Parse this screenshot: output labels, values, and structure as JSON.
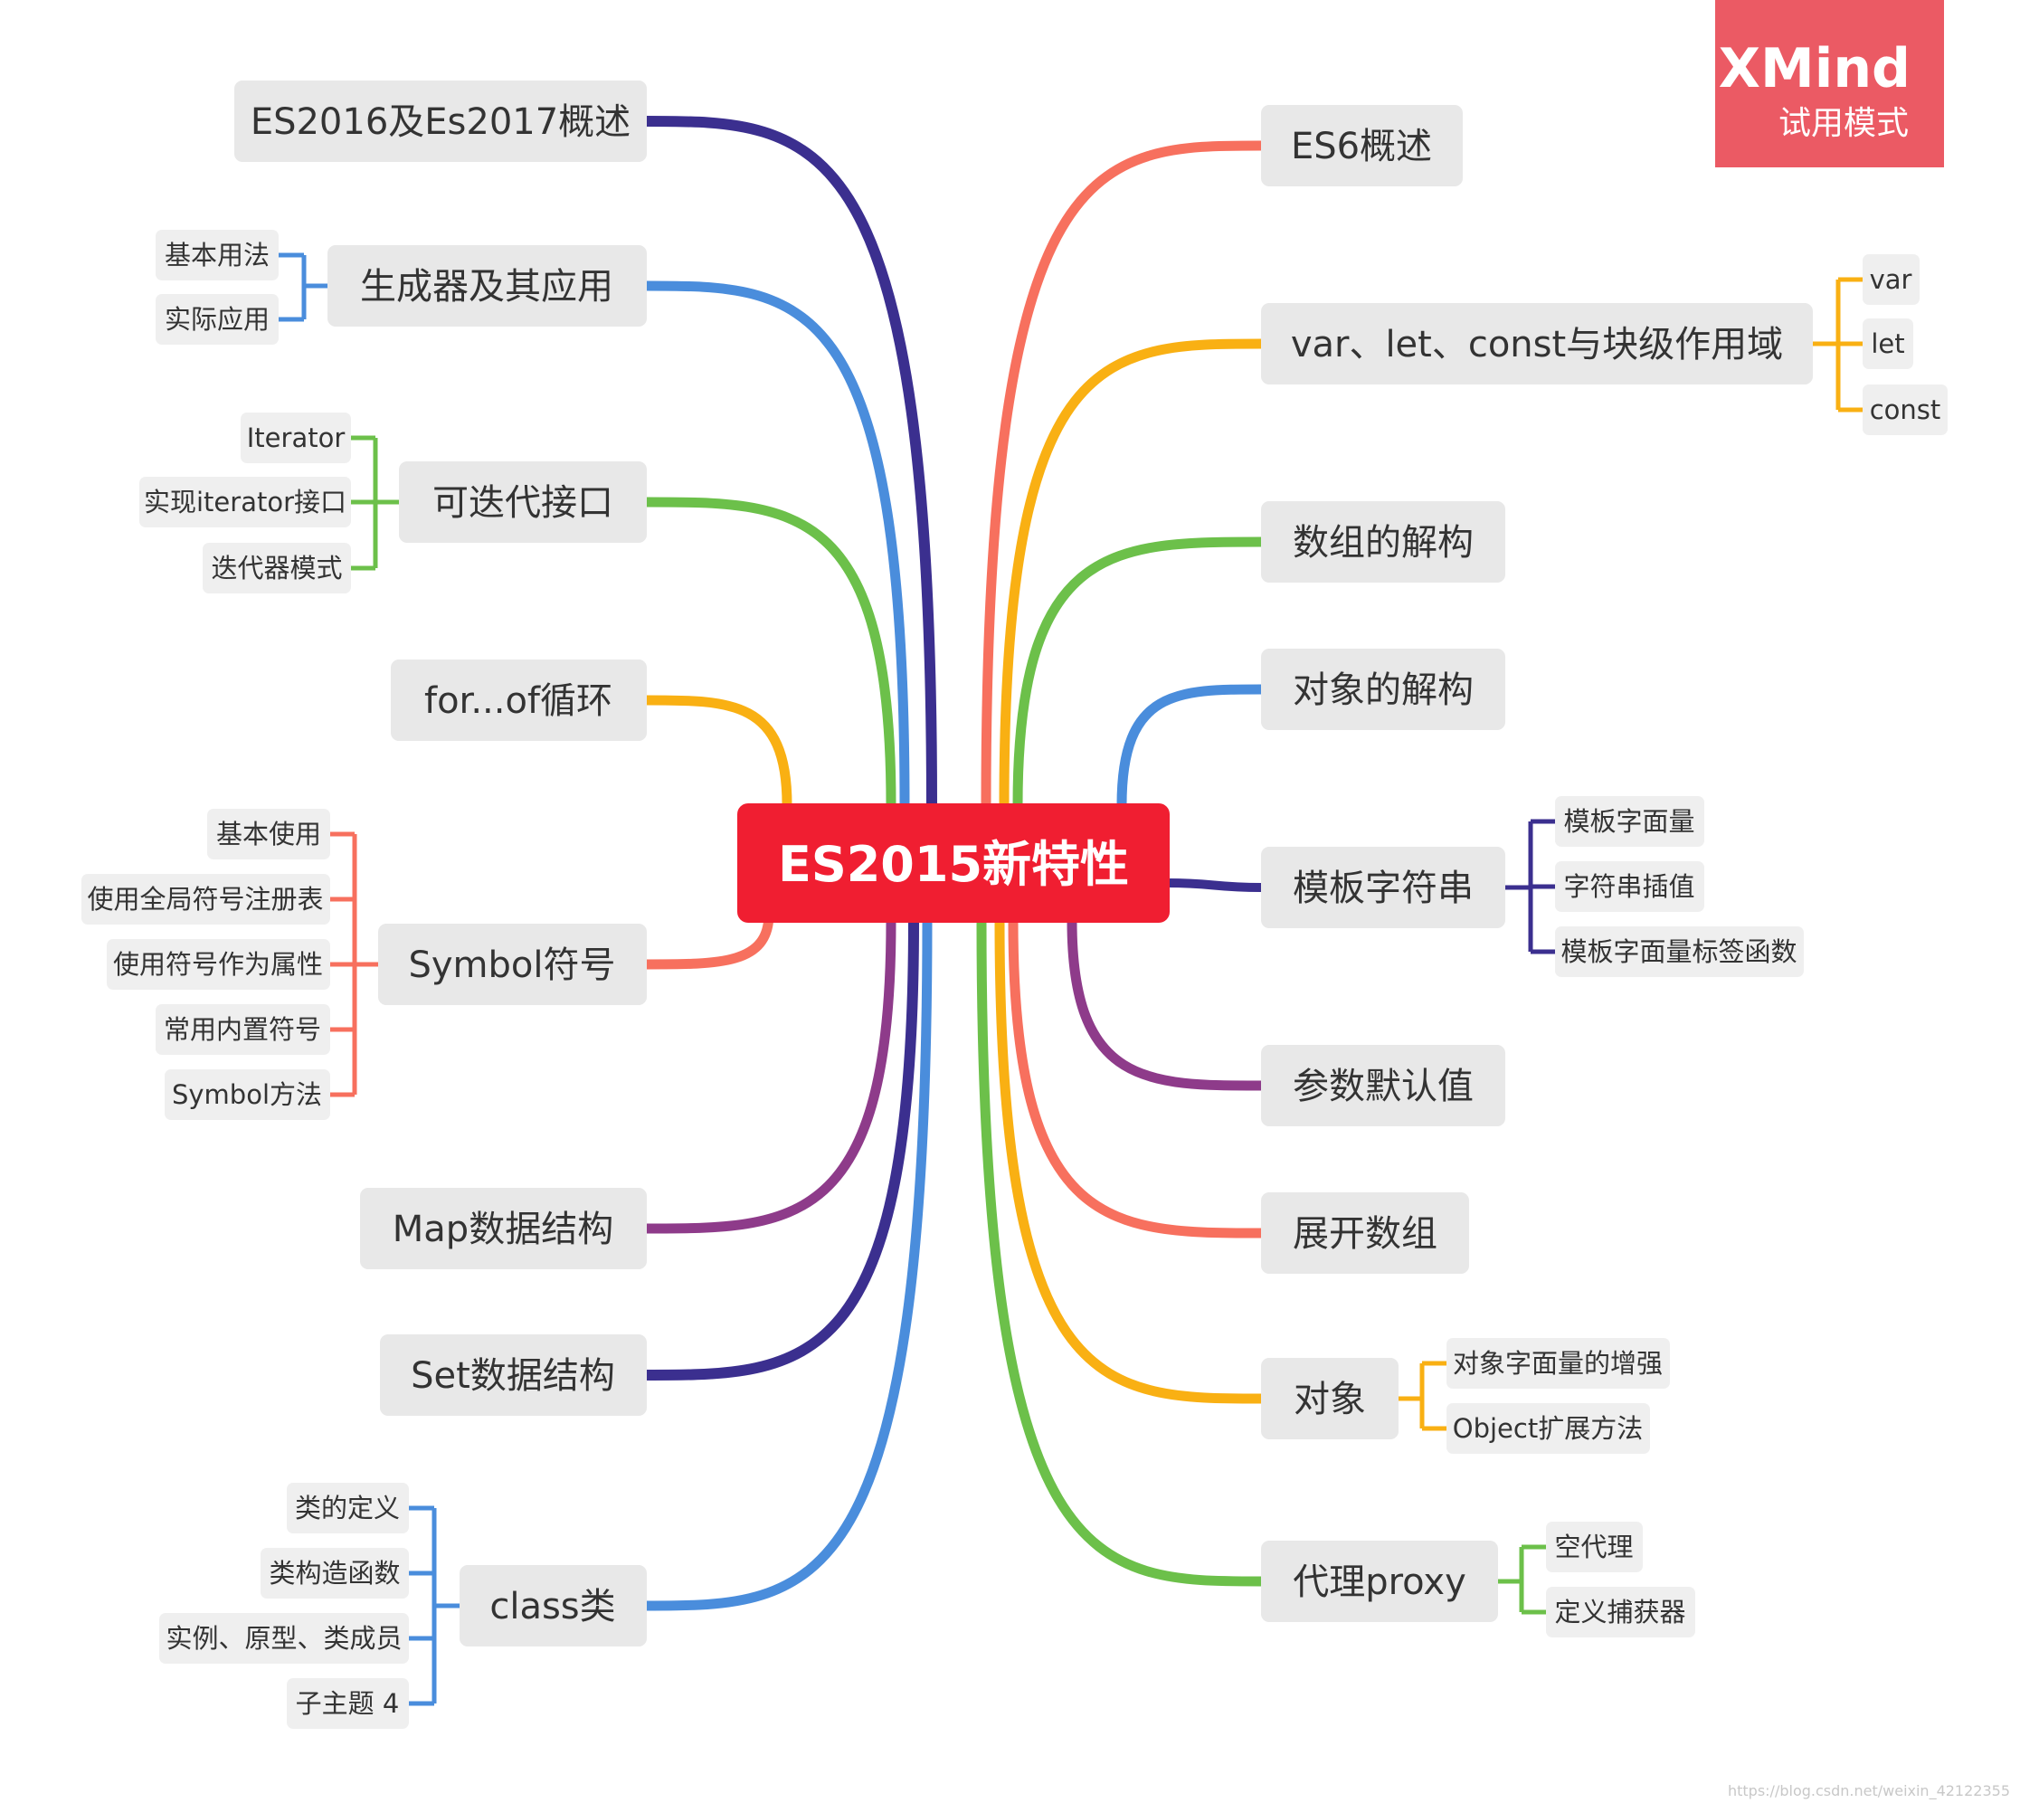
{
  "brand": {
    "name": "XMind",
    "mode": "试用模式",
    "color": "#eb5a64"
  },
  "watermark": "https://blog.csdn.net/weixin_42122355",
  "root": {
    "label": "ES2015新特性",
    "color": "#f01e31"
  },
  "left_topics": [
    {
      "label": "ES2016及Es2017概述",
      "color": "#3b2f8f",
      "children": []
    },
    {
      "label": "生成器及其应用",
      "color": "#4a8ddc",
      "children": [
        "基本用法",
        "实际应用"
      ]
    },
    {
      "label": "可迭代接口",
      "color": "#6cc04a",
      "children": [
        "Iterator",
        "实现iterator接口",
        "迭代器模式"
      ]
    },
    {
      "label": "for...of循环",
      "color": "#f9b013",
      "children": []
    },
    {
      "label": "Symbol符号",
      "color": "#f7705e",
      "children": [
        "基本使用",
        "使用全局符号注册表",
        "使用符号作为属性",
        "常用内置符号",
        "Symbol方法"
      ]
    },
    {
      "label": "Map数据结构",
      "color": "#8e3b8a",
      "children": []
    },
    {
      "label": "Set数据结构",
      "color": "#3b2f8f",
      "children": []
    },
    {
      "label": "class类",
      "color": "#4a8ddc",
      "children": [
        "类的定义",
        "类构造函数",
        "实例、原型、类成员",
        "子主题 4"
      ]
    }
  ],
  "right_topics": [
    {
      "label": "ES6概述",
      "color": "#f7705e",
      "children": []
    },
    {
      "label": "var、let、const与块级作用域",
      "color": "#f9b013",
      "children": [
        "var",
        "let",
        "const"
      ]
    },
    {
      "label": "数组的解构",
      "color": "#6cc04a",
      "children": []
    },
    {
      "label": "对象的解构",
      "color": "#4a8ddc",
      "children": []
    },
    {
      "label": "模板字符串",
      "color": "#3b2f8f",
      "children": [
        "模板字面量",
        "字符串插值",
        "模板字面量标签函数"
      ]
    },
    {
      "label": "参数默认值",
      "color": "#8e3b8a",
      "children": []
    },
    {
      "label": "展开数组",
      "color": "#f7705e",
      "children": []
    },
    {
      "label": "对象",
      "color": "#f9b013",
      "children": [
        "对象字面量的增强",
        "Object扩展方法"
      ]
    },
    {
      "label": "代理proxy",
      "color": "#6cc04a",
      "children": [
        "空代理",
        "定义捕获器"
      ]
    }
  ]
}
